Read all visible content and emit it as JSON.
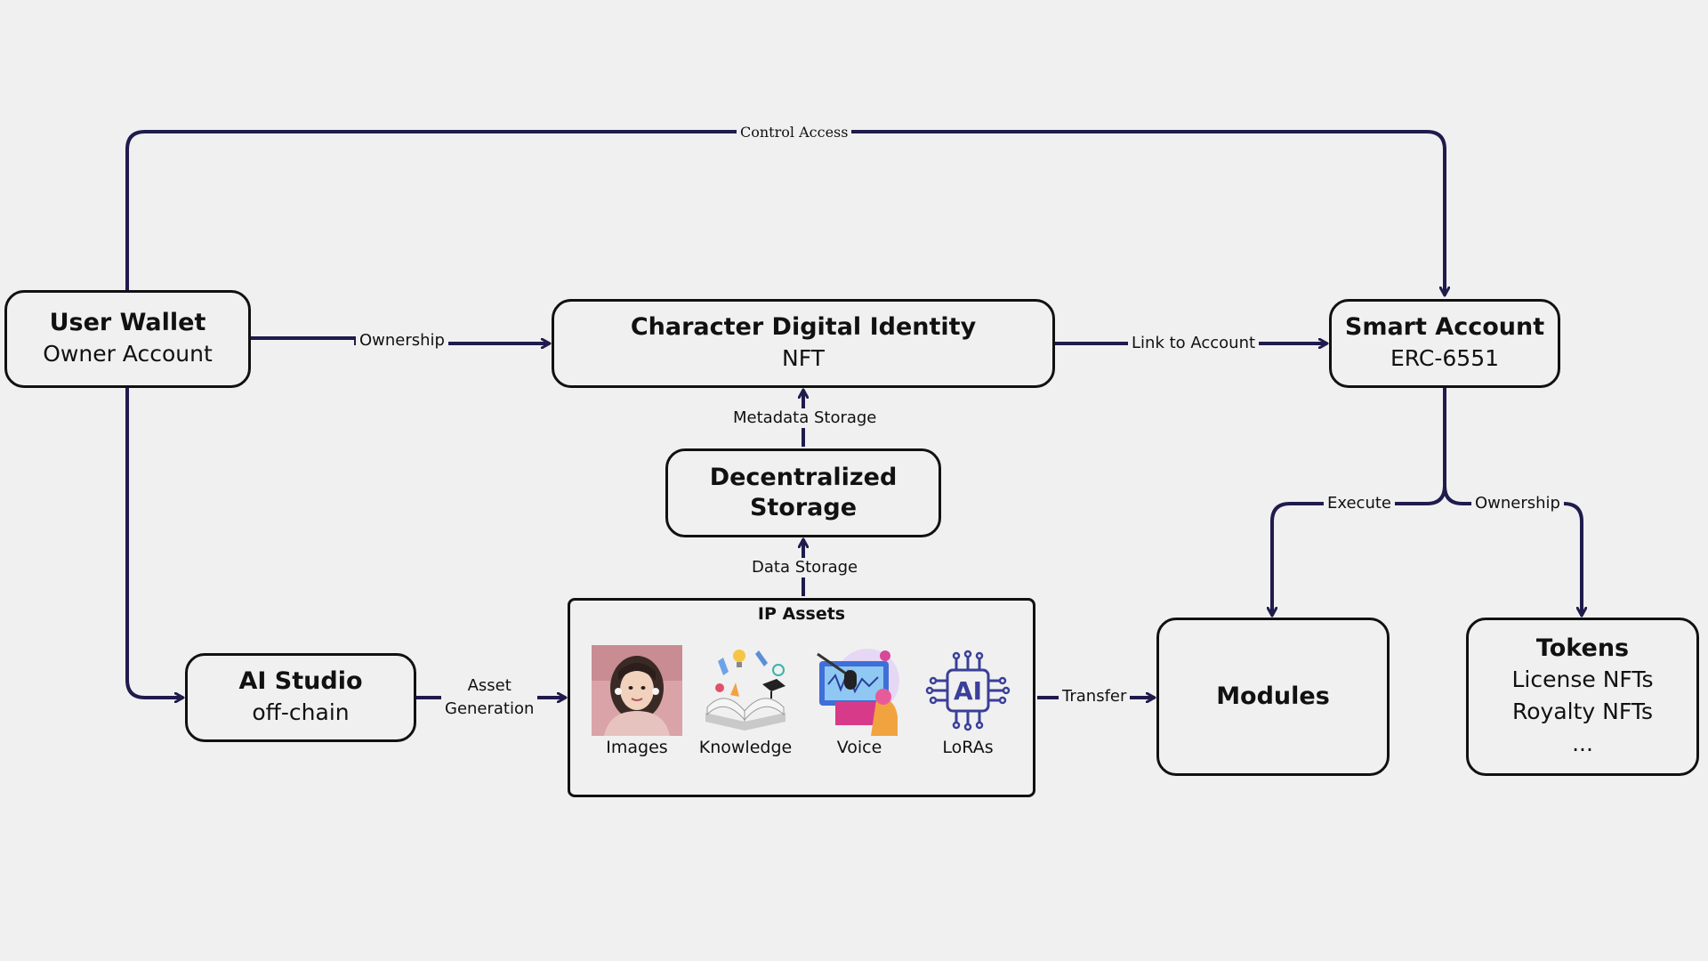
{
  "nodes": {
    "user_wallet": {
      "title": "User Wallet",
      "subtitle": "Owner Account"
    },
    "character_identity": {
      "title": "Character Digital Identity",
      "subtitle": "NFT"
    },
    "smart_account": {
      "title": "Smart Account",
      "subtitle": "ERC-6551"
    },
    "decentralized_storage": {
      "title": "Decentralized Storage"
    },
    "ai_studio": {
      "title": "AI Studio",
      "subtitle": "off-chain"
    },
    "modules": {
      "title": "Modules"
    },
    "tokens": {
      "title": "Tokens",
      "lines": [
        "License NFTs",
        "Royalty NFTs",
        "..."
      ]
    }
  },
  "ip_assets": {
    "title": "IP Assets",
    "items": [
      {
        "label": "Images",
        "icon": "portrait-photo-icon"
      },
      {
        "label": "Knowledge",
        "icon": "open-book-icon"
      },
      {
        "label": "Voice",
        "icon": "voice-recording-icon"
      },
      {
        "label": "LoRAs",
        "icon": "ai-chip-icon"
      }
    ]
  },
  "edges": {
    "control_access": "Control Access",
    "ownership_identity": "Ownership",
    "link_to_account": "Link to Account",
    "metadata_storage": "Metadata Storage",
    "data_storage": "Data Storage",
    "asset_generation": [
      "Asset",
      "Generation"
    ],
    "transfer": "Transfer",
    "execute": "Execute",
    "ownership_tokens": "Ownership"
  },
  "colors": {
    "line": "#1f1b4d",
    "border": "#111111",
    "background": "#f0f0f0"
  }
}
